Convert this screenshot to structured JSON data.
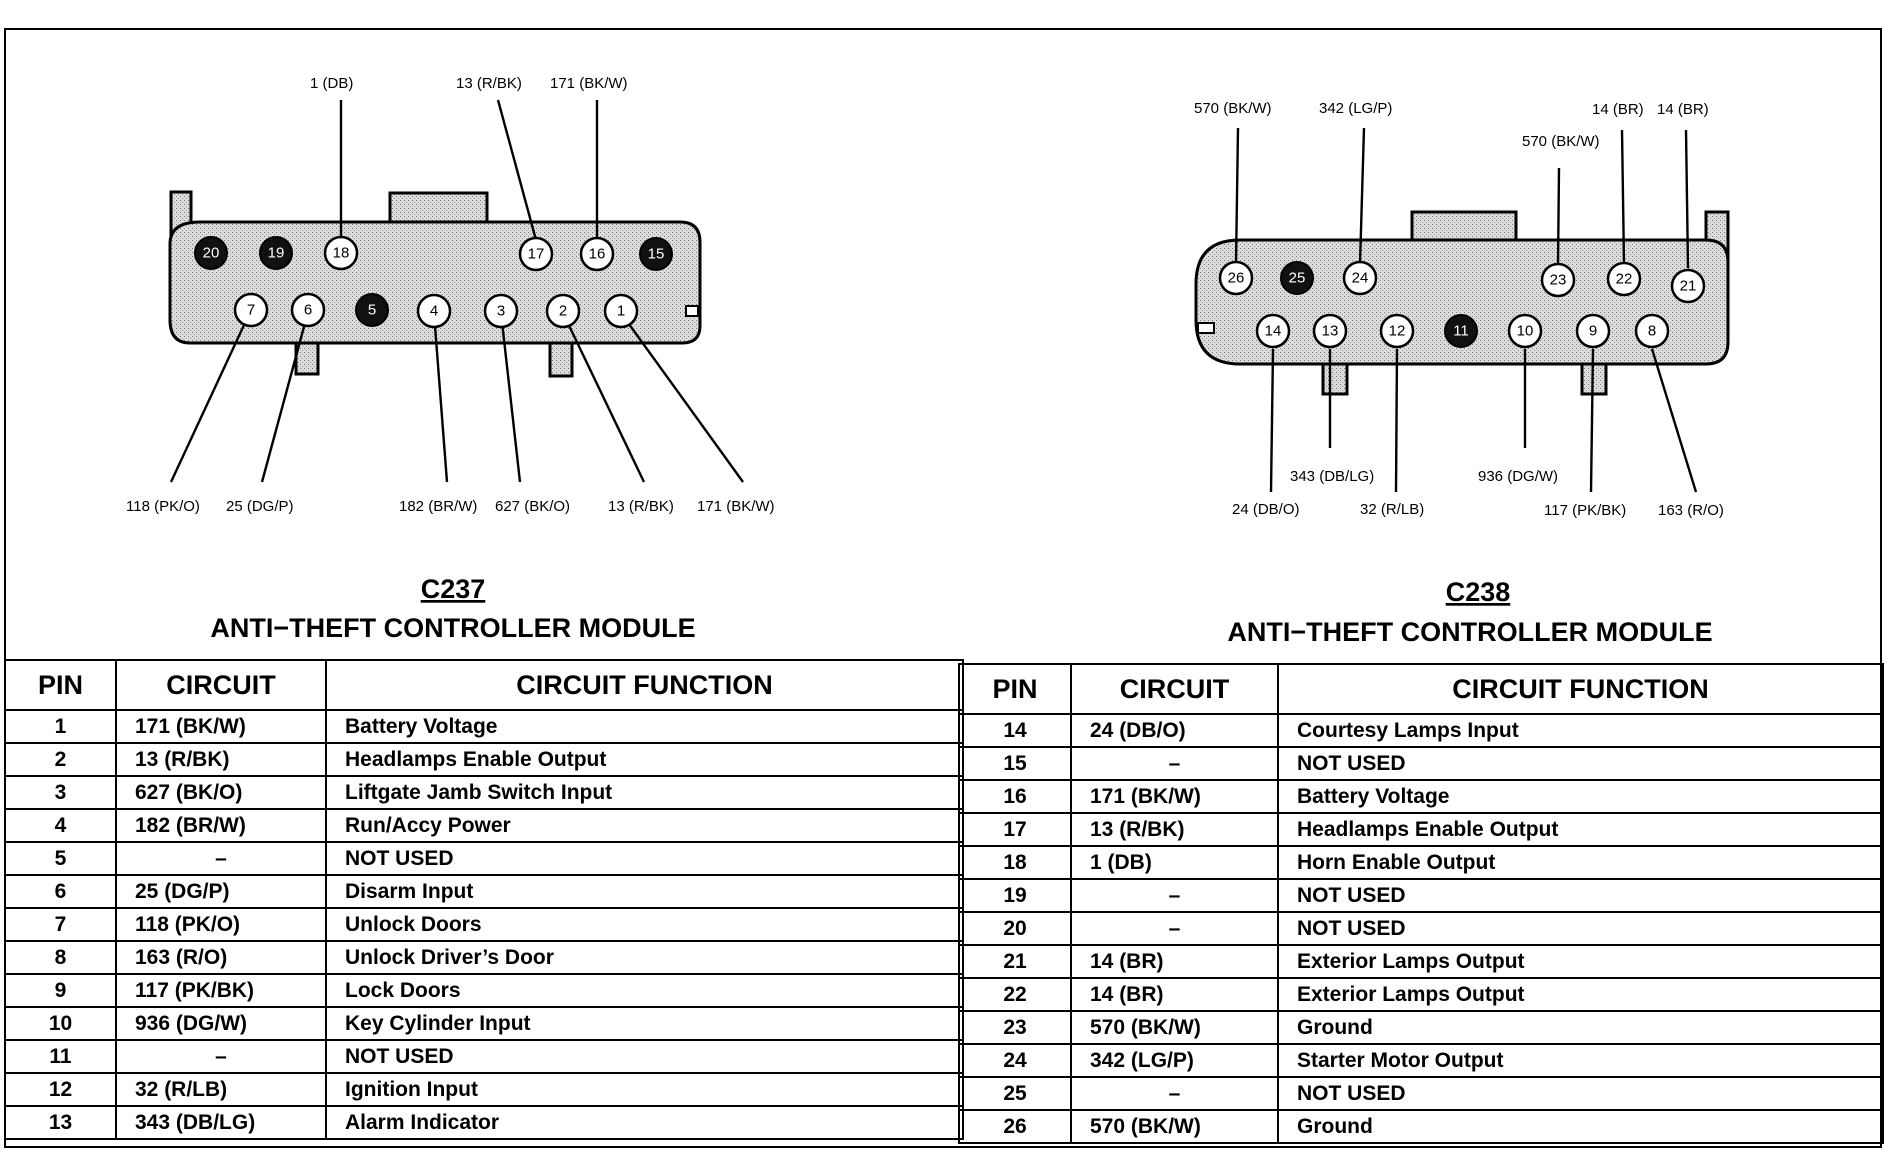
{
  "connectors": [
    {
      "id": "C237",
      "title": "ANTI−THEFT CONTROLLER MODULE",
      "dark_pins": [
        "20",
        "19",
        "5",
        "15"
      ],
      "top_row_pins": [
        "20",
        "19",
        "18",
        "17",
        "16",
        "15"
      ],
      "bottom_row_pins": [
        "7",
        "6",
        "5",
        "4",
        "3",
        "2",
        "1"
      ],
      "wire_labels_top": [
        "1 (DB)",
        "13 (R/BK)",
        "171 (BK/W)"
      ],
      "wire_labels_bottom": [
        "118 (PK/O)",
        "25 (DG/P)",
        "182 (BR/W)",
        "627 (BK/O)",
        "13 (R/BK)",
        "171 (BK/W)"
      ]
    },
    {
      "id": "C238",
      "title": "ANTI−THEFT CONTROLLER MODULE",
      "dark_pins": [
        "25",
        "11"
      ],
      "top_row_pins": [
        "26",
        "25",
        "24",
        "23",
        "22",
        "21"
      ],
      "bottom_row_pins": [
        "14",
        "13",
        "12",
        "11",
        "10",
        "9",
        "8"
      ],
      "wire_labels_top": [
        "570 (BK/W)",
        "342 (LG/P)",
        "570 (BK/W)",
        "14 (BR)",
        "14 (BR)"
      ],
      "wire_labels_bottom": [
        "343 (DB/LG)",
        "936 (DG/W)",
        "24 (DB/O)",
        "32 (R/LB)",
        "117 (PK/BK)",
        "163 (R/O)"
      ]
    }
  ],
  "tables": [
    {
      "headers": [
        "PIN",
        "CIRCUIT",
        "CIRCUIT FUNCTION"
      ],
      "rows": [
        [
          "1",
          "171 (BK/W)",
          "Battery Voltage"
        ],
        [
          "2",
          "13 (R/BK)",
          "Headlamps Enable Output"
        ],
        [
          "3",
          "627 (BK/O)",
          "Liftgate Jamb Switch Input"
        ],
        [
          "4",
          "182 (BR/W)",
          "Run/Accy Power"
        ],
        [
          "5",
          "–",
          "NOT USED"
        ],
        [
          "6",
          "25 (DG/P)",
          "Disarm Input"
        ],
        [
          "7",
          "118 (PK/O)",
          "Unlock Doors"
        ],
        [
          "8",
          "163 (R/O)",
          "Unlock Driver’s Door"
        ],
        [
          "9",
          "117 (PK/BK)",
          "Lock Doors"
        ],
        [
          "10",
          "936 (DG/W)",
          "Key Cylinder Input"
        ],
        [
          "11",
          "–",
          "NOT USED"
        ],
        [
          "12",
          "32 (R/LB)",
          "Ignition Input"
        ],
        [
          "13",
          "343 (DB/LG)",
          "Alarm Indicator"
        ]
      ]
    },
    {
      "headers": [
        "PIN",
        "CIRCUIT",
        "CIRCUIT FUNCTION"
      ],
      "rows": [
        [
          "14",
          "24 (DB/O)",
          "Courtesy Lamps Input"
        ],
        [
          "15",
          "–",
          "NOT USED"
        ],
        [
          "16",
          "171 (BK/W)",
          "Battery Voltage"
        ],
        [
          "17",
          "13 (R/BK)",
          "Headlamps Enable Output"
        ],
        [
          "18",
          "1 (DB)",
          "Horn Enable Output"
        ],
        [
          "19",
          "–",
          "NOT USED"
        ],
        [
          "20",
          "–",
          "NOT USED"
        ],
        [
          "21",
          "14 (BR)",
          "Exterior Lamps Output"
        ],
        [
          "22",
          "14 (BR)",
          "Exterior Lamps Output"
        ],
        [
          "23",
          "570 (BK/W)",
          "Ground"
        ],
        [
          "24",
          "342 (LG/P)",
          "Starter Motor Output"
        ],
        [
          "25",
          "–",
          "NOT USED"
        ],
        [
          "26",
          "570 (BK/W)",
          "Ground"
        ]
      ]
    }
  ]
}
